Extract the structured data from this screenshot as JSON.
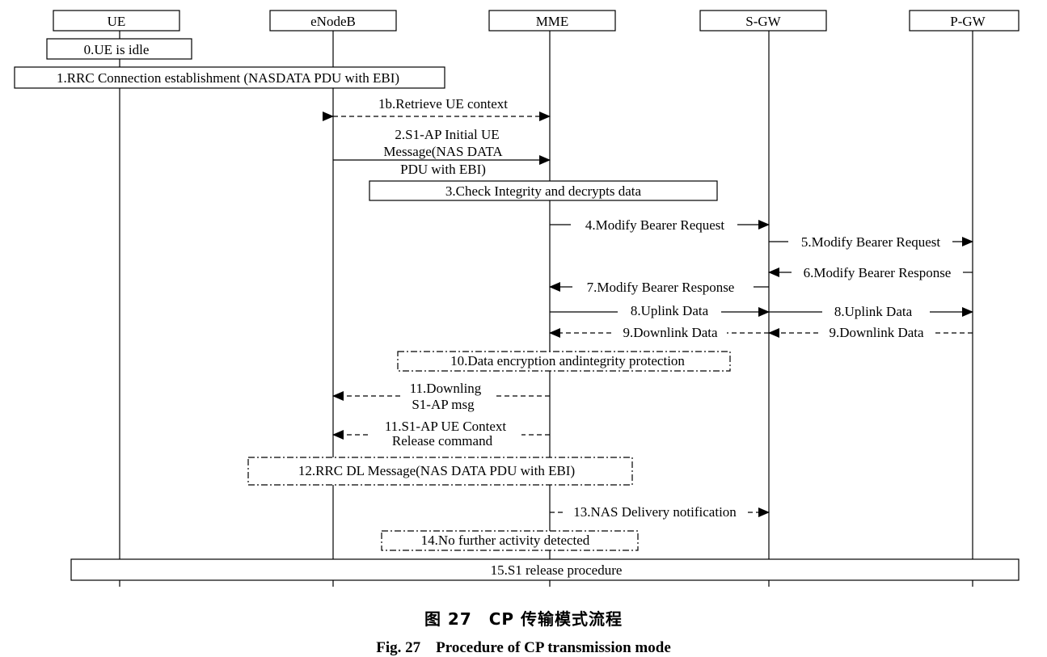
{
  "entities": [
    {
      "id": "ue",
      "label": "UE"
    },
    {
      "id": "enodeb",
      "label": "eNodeB"
    },
    {
      "id": "mme",
      "label": "MME"
    },
    {
      "id": "sgw",
      "label": "S-GW"
    },
    {
      "id": "pgw",
      "label": "P-GW"
    }
  ],
  "steps": {
    "s0": "0.UE is idle",
    "s1": "1.RRC Connection establishment (NASDATA PDU with EBI)",
    "s1b": "1b.Retrieve UE context",
    "s2": [
      "2.S1-AP Initial UE",
      "Message(NAS DATA",
      "PDU with EBI)"
    ],
    "s3": "3.Check Integrity and decrypts data",
    "s4": "4.Modify Bearer Request",
    "s5": "5.Modify Bearer Request",
    "s6": "6.Modify Bearer Response",
    "s7": "7.Modify Bearer Response",
    "s8a": "8.Uplink Data",
    "s8b": "8.Uplink Data",
    "s9a": "9.Downlink Data",
    "s9b": "9.Downlink Data",
    "s10": "10.Data encryption andintegrity protection",
    "s11a": [
      "11.Downling",
      "S1-AP msg"
    ],
    "s11b": [
      "11.S1-AP UE Context",
      "Release command"
    ],
    "s12": "12.RRC DL Message(NAS DATA PDU with EBI)",
    "s13": "13.NAS Delivery notification",
    "s14": "14.No further activity detected",
    "s15": "15.S1 release procedure"
  },
  "caption": {
    "cn": "图 27　CP 传输模式流程",
    "en": "Fig. 27　Procedure of CP transmission mode"
  }
}
